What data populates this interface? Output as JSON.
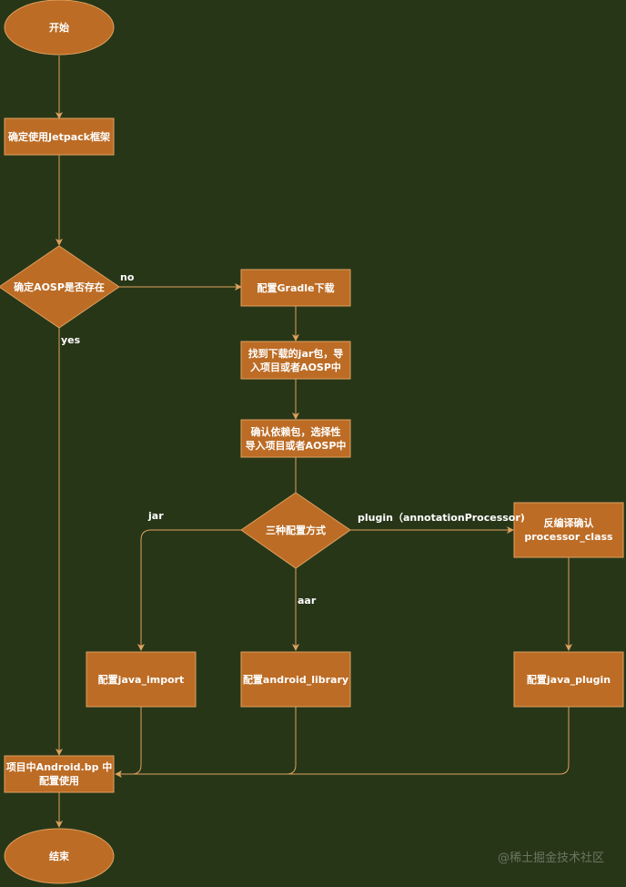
{
  "diagram": {
    "colors": {
      "background": "#283618",
      "node_fill": "#bc6c25",
      "stroke": "#dda15e",
      "text": "#ffffff"
    },
    "nodes": {
      "start": "开始",
      "decide_jetpack": "确定使用Jetpack框架",
      "aosp_exists": "确定AOSP是否存在",
      "gradle_download": "配置Gradle下载",
      "find_jar": "找到下载的jar包，导\n入项目或者AOSP中",
      "confirm_deps": "确认依赖包，选择性\n导入项目或者AOSP中",
      "three_configs": "三种配置方式",
      "decompile": "反编译确认\nprocessor_class",
      "java_import": "配置java_import",
      "android_library": "配置android_library",
      "java_plugin": "配置java_plugin",
      "android_bp": "项目中Android.bp 中\n配置使用",
      "end": "结束"
    },
    "edge_labels": {
      "no": "no",
      "yes": "yes",
      "jar": "jar",
      "aar": "aar",
      "plugin": "plugin（annotationProcessor)"
    }
  },
  "watermark": "@稀土掘金技术社区"
}
